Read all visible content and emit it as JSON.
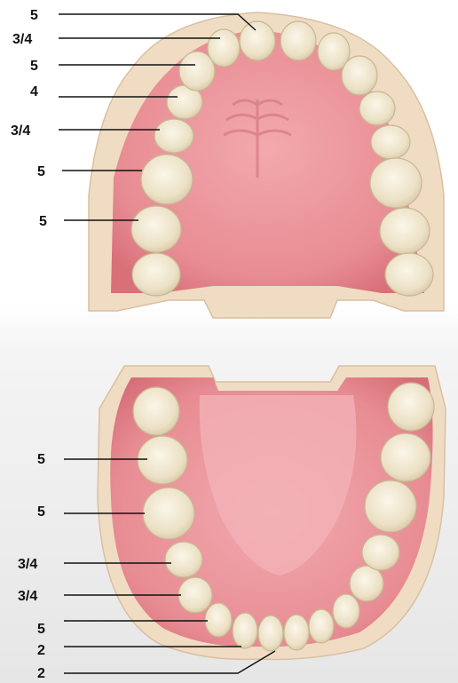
{
  "upper_arch": {
    "labels": [
      "5",
      "3/4",
      "5",
      "4",
      "3/4",
      "5",
      "5"
    ]
  },
  "lower_arch": {
    "labels": [
      "5",
      "5",
      "3/4",
      "3/4",
      "5",
      "2",
      "2"
    ]
  },
  "colors": {
    "gum": "#e98f95",
    "gum_dark": "#d9707a",
    "gum_light": "#f3b0b4",
    "base": "#f1dcc2",
    "base_shadow": "#d8bfa2",
    "tooth": "#efe6cf",
    "tooth_edge": "#c9b996",
    "label": "#111111"
  }
}
